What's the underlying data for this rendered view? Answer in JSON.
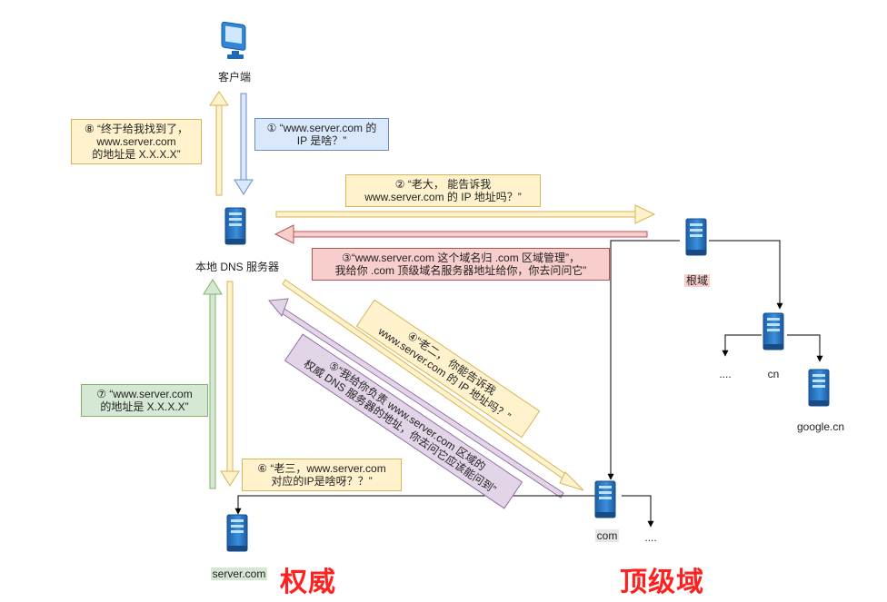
{
  "nodes": {
    "client": "客户端",
    "local_dns": "本地 DNS 服务器",
    "root": "根域",
    "cn": "cn",
    "root_dots": "....",
    "google_cn": "google.cn",
    "com": "com",
    "com_dots": "....",
    "server": "server.com"
  },
  "steps": {
    "s1": [
      "① “www.server.com 的",
      "IP 是啥？”"
    ],
    "s2": [
      "② “老大， 能告诉我",
      "www.server.com 的 IP 地址吗？”"
    ],
    "s3": [
      "③“www.server.com 这个域名归 .com 区域管理”，",
      "我给你 .com 顶级域名服务器地址给你，你去问问它”"
    ],
    "s4": [
      "④“老二， 你能告诉我",
      "www.server.com 的 IP 地址吗？”"
    ],
    "s5": [
      "⑤“我给你负责 www.server.com 区域的",
      "权威 DNS 服务器的地址，你去问它应该能问到”"
    ],
    "s6": [
      "⑥ “老三，www.server.com",
      "对应的IP是啥呀？？”"
    ],
    "s7": [
      "⑦ “www.server.com",
      "的地址是 X.X.X.X”"
    ],
    "s8": [
      "⑧ “终于给我找到了，",
      "www.server.com",
      "的地址是 X.X.X.X”"
    ]
  },
  "captions": {
    "authoritative": "权威",
    "tld": "顶级域"
  },
  "colors": {
    "yellow_fill": "#fff2cc",
    "yellow_stroke": "#d6b656",
    "blue_fill": "#dae8fc",
    "blue_stroke": "#6c8ebf",
    "red_fill": "#f8cecc",
    "red_stroke": "#b85450",
    "green_fill": "#d5e8d4",
    "green_stroke": "#82b366",
    "purple_fill": "#e1d5e7",
    "purple_stroke": "#9673a6",
    "server_blue": "#1f78c8",
    "caption_red": "#ff2020"
  },
  "icons": {
    "client": "monitor-icon",
    "server": "server-tower-icon"
  }
}
